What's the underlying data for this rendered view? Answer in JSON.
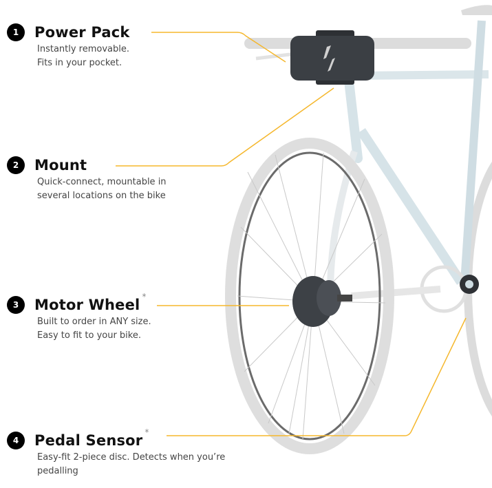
{
  "callouts": [
    {
      "number": "1",
      "title": "Power Pack",
      "asterisk": "",
      "desc": [
        "Instantly removable.",
        "Fits in your pocket."
      ]
    },
    {
      "number": "2",
      "title": "Mount",
      "asterisk": "",
      "desc": [
        "Quick-connect, mountable in",
        "several locations on the bike"
      ]
    },
    {
      "number": "3",
      "title": "Motor Wheel",
      "asterisk": "*",
      "desc": [
        "Built to order in ANY size.",
        "Easy to fit to your bike."
      ]
    },
    {
      "number": "4",
      "title": "Pedal Sensor",
      "asterisk": "*",
      "desc": [
        "Easy-fit 2-piece disc. Detects when you’re",
        "pedalling"
      ]
    }
  ],
  "colors": {
    "accent_line": "#f5b72c",
    "badge": "#000000",
    "frame": "#d6e3e8",
    "power_pack": "#3b3f44"
  },
  "icons": {
    "power_pack_logo": "lightning-bolt-icon"
  }
}
